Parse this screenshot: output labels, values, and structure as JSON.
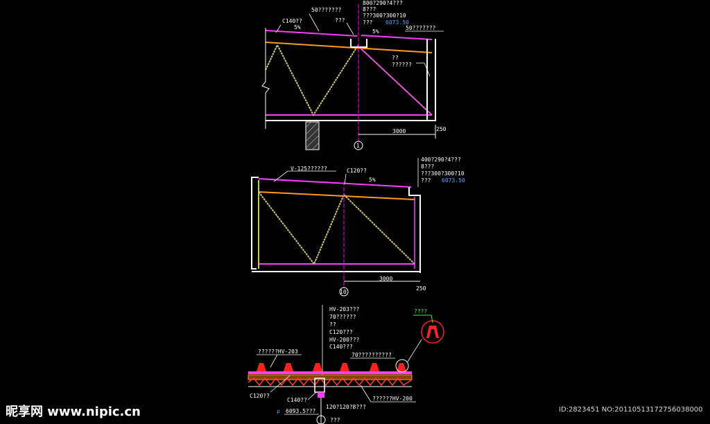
{
  "colors": {
    "background": "#000000",
    "purlin": "#ff3cff",
    "chord": "#ff9a1e",
    "web": "#c8c86e",
    "outline": "#ffffff",
    "axis": "#ff00ff",
    "highlight": "#ff2020",
    "blue_text": "#5aa0ff",
    "green_text": "#2dff2d"
  },
  "detail1": {
    "label_c140": "C140??",
    "label_50_left": "50???????",
    "label_slope_left": "5%",
    "label_qq": "???",
    "label_slope_right": "5%",
    "label_50_right": "50???????",
    "callouts": [
      "800?290?4???",
      "8???",
      "???300?300?10",
      "???"
    ],
    "elevation": "6073.50",
    "label_q2": "??",
    "label_q6": "??????",
    "dim_3000": "3000",
    "dim_250": "250",
    "axis": "1"
  },
  "detail2": {
    "label_v125": "V-125??????",
    "label_c120": "C120??",
    "label_slope": "5%",
    "callouts": [
      "400?290?4???",
      "8???",
      "???300?300?10",
      "???"
    ],
    "elevation": "6073.50",
    "dim_3000": "3000",
    "dim_250": "250",
    "axis": "10"
  },
  "detail3": {
    "stack": [
      "HV-203???",
      "70??????",
      "??",
      "C120???",
      "HV-200???",
      "C140???"
    ],
    "green_label": "????",
    "label_hv203": "??????HV-203",
    "label_70": "70??????????",
    "label_c120": "C120??",
    "label_c140": "C140??",
    "label_120": "120?120?8???",
    "label_hv200": "??????HV-200",
    "elevation": "6093.5???",
    "label_bottom": "???"
  },
  "watermark": "昵享网 www.nipic.cn",
  "image_id": "ID:2823451 NO:20110513172756038000"
}
